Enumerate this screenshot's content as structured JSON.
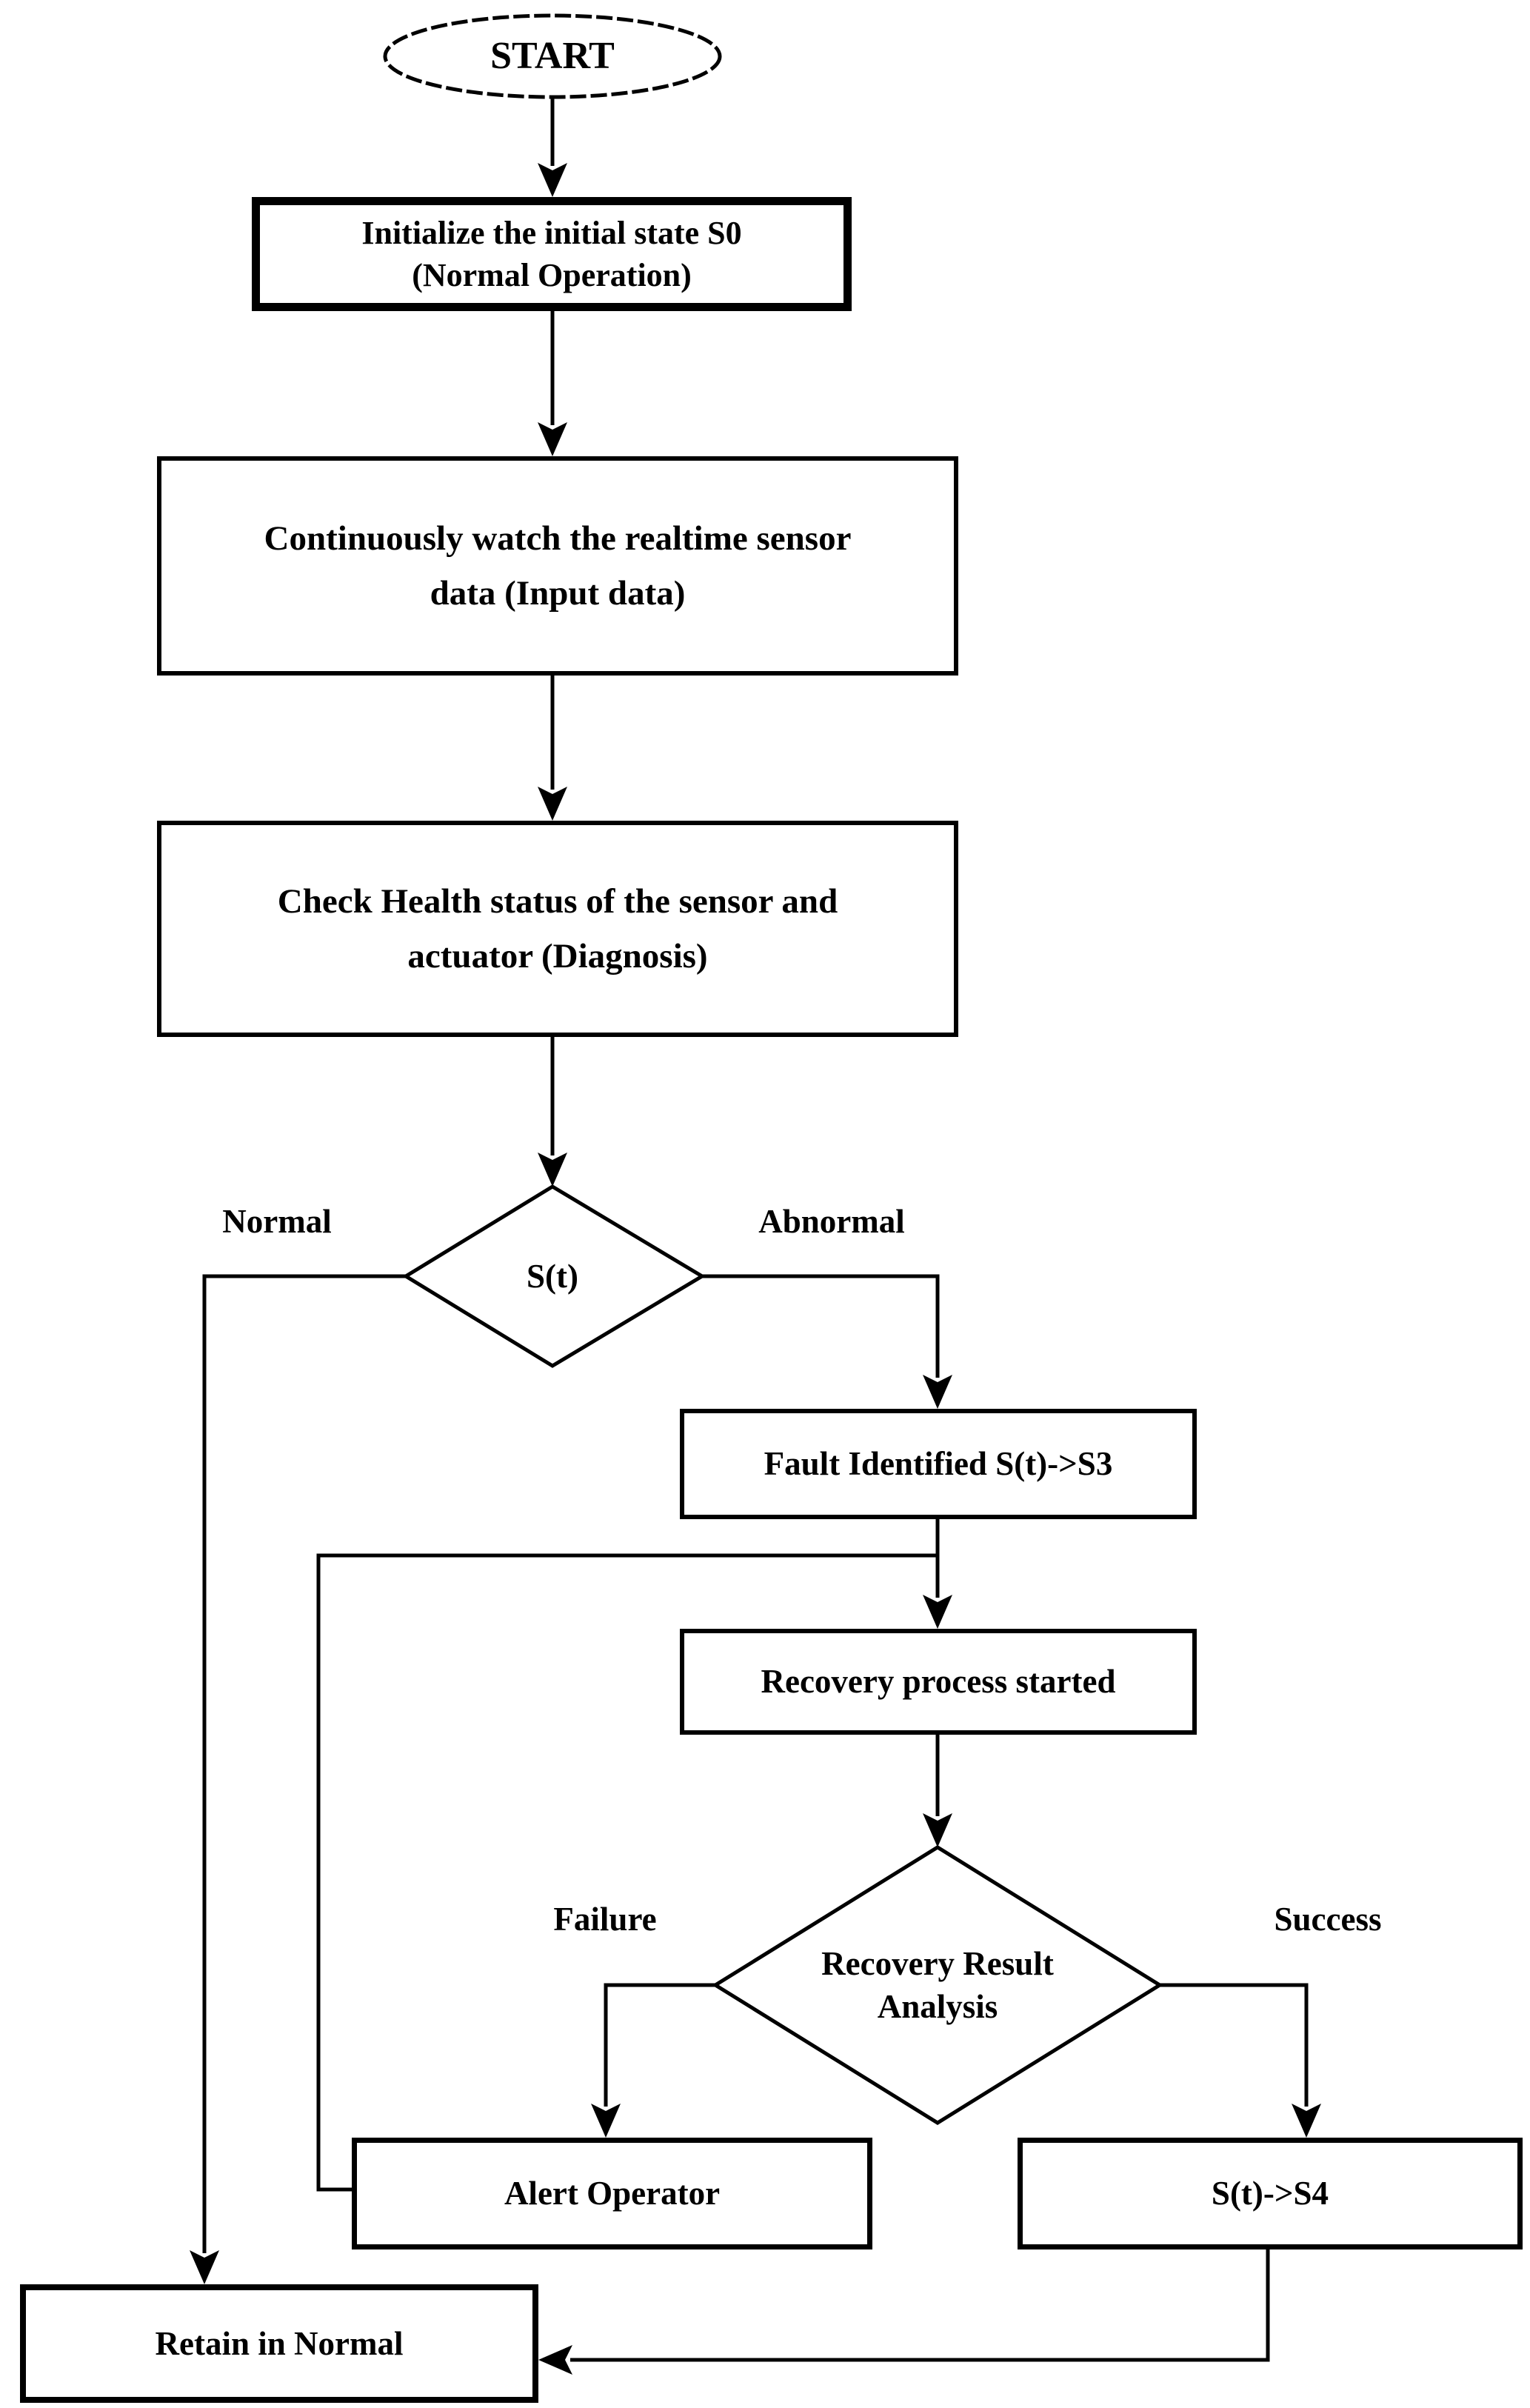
{
  "colors": {
    "ink": "#000000",
    "background": "#ffffff"
  },
  "nodes": {
    "start": {
      "label": "START"
    },
    "initialize": {
      "lines": [
        "Initialize the initial state S0",
        "(Normal Operation)"
      ]
    },
    "watch_sensor": {
      "lines": [
        "Continuously watch the realtime sensor",
        "data (Input data)"
      ]
    },
    "check_health": {
      "lines": [
        "Check Health status of the sensor and",
        "actuator (Diagnosis)"
      ]
    },
    "state_decision": {
      "label": "S(t)"
    },
    "fault_identified": {
      "label": "Fault Identified S(t)->S3"
    },
    "recovery_started": {
      "label": "Recovery process started"
    },
    "recovery_decision": {
      "lines": [
        "Recovery Result",
        "Analysis"
      ]
    },
    "alert_operator": {
      "label": "Alert Operator"
    },
    "state_s4": {
      "label": "S(t)->S4"
    },
    "retain_normal": {
      "label": "Retain in Normal"
    }
  },
  "branch_labels": {
    "normal": "Normal",
    "abnormal": "Abnormal",
    "failure": "Failure",
    "success": "Success"
  }
}
